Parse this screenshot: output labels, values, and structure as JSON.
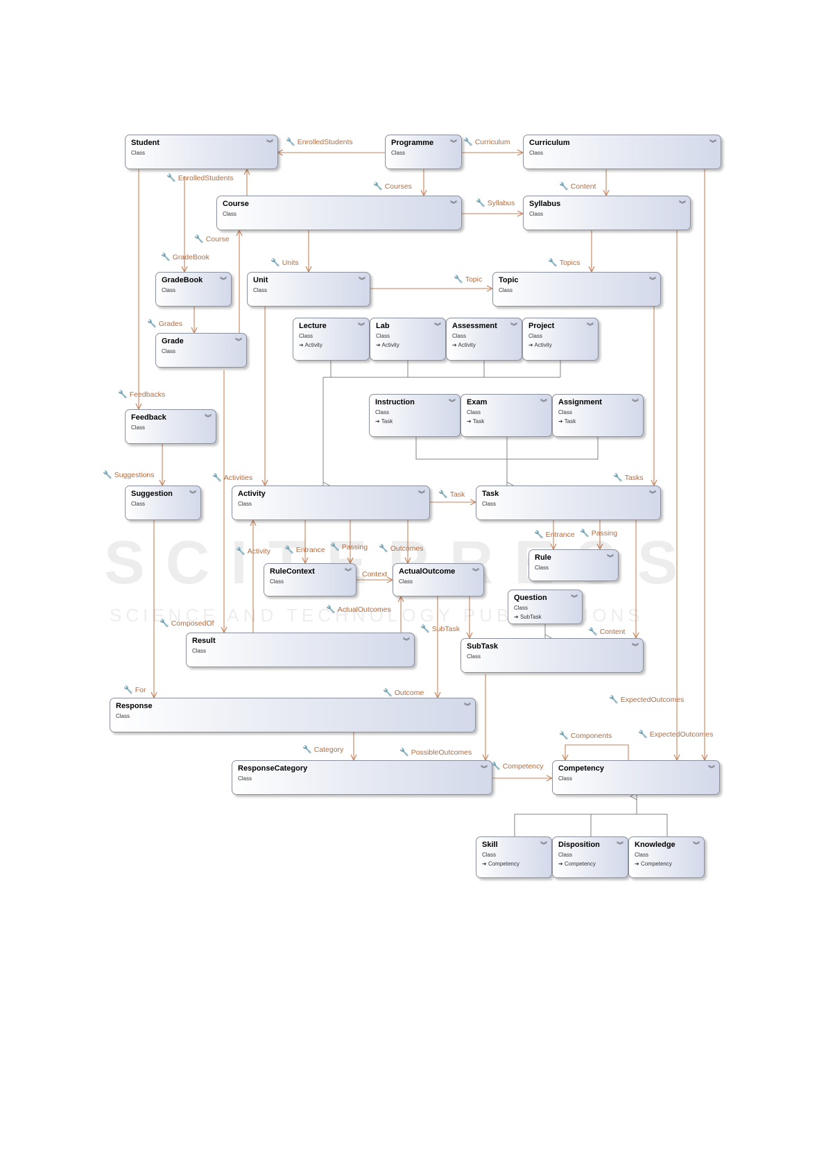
{
  "colors": {
    "association": "#c8825a",
    "inheritance": "#808080"
  },
  "watermark": {
    "main": "SCITEPRESS",
    "sub": "SCIENCE AND TECHNOLOGY PUBLICATIONS"
  },
  "classes": {
    "student": {
      "name": "Student",
      "kind": "Class",
      "base": ""
    },
    "programme": {
      "name": "Programme",
      "kind": "Class",
      "base": ""
    },
    "curriculum": {
      "name": "Curriculum",
      "kind": "Class",
      "base": ""
    },
    "course": {
      "name": "Course",
      "kind": "Class",
      "base": ""
    },
    "syllabus": {
      "name": "Syllabus",
      "kind": "Class",
      "base": ""
    },
    "gradebook": {
      "name": "GradeBook",
      "kind": "Class",
      "base": ""
    },
    "unit": {
      "name": "Unit",
      "kind": "Class",
      "base": ""
    },
    "topic": {
      "name": "Topic",
      "kind": "Class",
      "base": ""
    },
    "grade": {
      "name": "Grade",
      "kind": "Class",
      "base": ""
    },
    "lecture": {
      "name": "Lecture",
      "kind": "Class",
      "base": "Activity"
    },
    "lab": {
      "name": "Lab",
      "kind": "Class",
      "base": "Activity"
    },
    "assessment": {
      "name": "Assessment",
      "kind": "Class",
      "base": "Activity"
    },
    "project": {
      "name": "Project",
      "kind": "Class",
      "base": "Activity"
    },
    "feedback": {
      "name": "Feedback",
      "kind": "Class",
      "base": ""
    },
    "instruction": {
      "name": "Instruction",
      "kind": "Class",
      "base": "Task"
    },
    "exam": {
      "name": "Exam",
      "kind": "Class",
      "base": "Task"
    },
    "assignment": {
      "name": "Assignment",
      "kind": "Class",
      "base": "Task"
    },
    "suggestion": {
      "name": "Suggestion",
      "kind": "Class",
      "base": ""
    },
    "activity": {
      "name": "Activity",
      "kind": "Class",
      "base": ""
    },
    "task": {
      "name": "Task",
      "kind": "Class",
      "base": ""
    },
    "rule": {
      "name": "Rule",
      "kind": "Class",
      "base": ""
    },
    "rulecontext": {
      "name": "RuleContext",
      "kind": "Class",
      "base": ""
    },
    "actualoutcome": {
      "name": "ActualOutcome",
      "kind": "Class",
      "base": ""
    },
    "question": {
      "name": "Question",
      "kind": "Class",
      "base": "SubTask"
    },
    "result": {
      "name": "Result",
      "kind": "Class",
      "base": ""
    },
    "subtask": {
      "name": "SubTask",
      "kind": "Class",
      "base": ""
    },
    "response": {
      "name": "Response",
      "kind": "Class",
      "base": ""
    },
    "responsecategory": {
      "name": "ResponseCategory",
      "kind": "Class",
      "base": ""
    },
    "competency": {
      "name": "Competency",
      "kind": "Class",
      "base": ""
    },
    "skill": {
      "name": "Skill",
      "kind": "Class",
      "base": "Competency"
    },
    "disposition": {
      "name": "Disposition",
      "kind": "Class",
      "base": "Competency"
    },
    "knowledge": {
      "name": "Knowledge",
      "kind": "Class",
      "base": "Competency"
    }
  },
  "associations": {
    "enrolled_students_1": "EnrolledStudents",
    "curriculum": "Curriculum",
    "enrolled_students_2": "EnrolledStudents",
    "courses": "Courses",
    "content_1": "Content",
    "syllabus": "Syllabus",
    "course": "Course",
    "gradebook": "GradeBook",
    "units": "Units",
    "topics": "Topics",
    "topic": "Topic",
    "grades": "Grades",
    "feedbacks": "Feedbacks",
    "suggestions": "Suggestions",
    "activities": "Activities",
    "task": "Task",
    "tasks": "Tasks",
    "activity": "Activity",
    "entrance_1": "Entrance",
    "passing_1": "Passing",
    "outcomes": "Outcomes",
    "entrance_2": "Entrance",
    "passing_2": "Passing",
    "context": "Context",
    "actual_outcomes": "ActualOutcomes",
    "composed_of": "ComposedOf",
    "subtask": "SubTask",
    "content_2": "Content",
    "for": "For",
    "outcome": "Outcome",
    "expected_outcomes_1": "ExpectedOutcomes",
    "components": "Components",
    "expected_outcomes_2": "ExpectedOutcomes",
    "category": "Category",
    "possible_outcomes": "PossibleOutcomes",
    "competency": "Competency"
  }
}
